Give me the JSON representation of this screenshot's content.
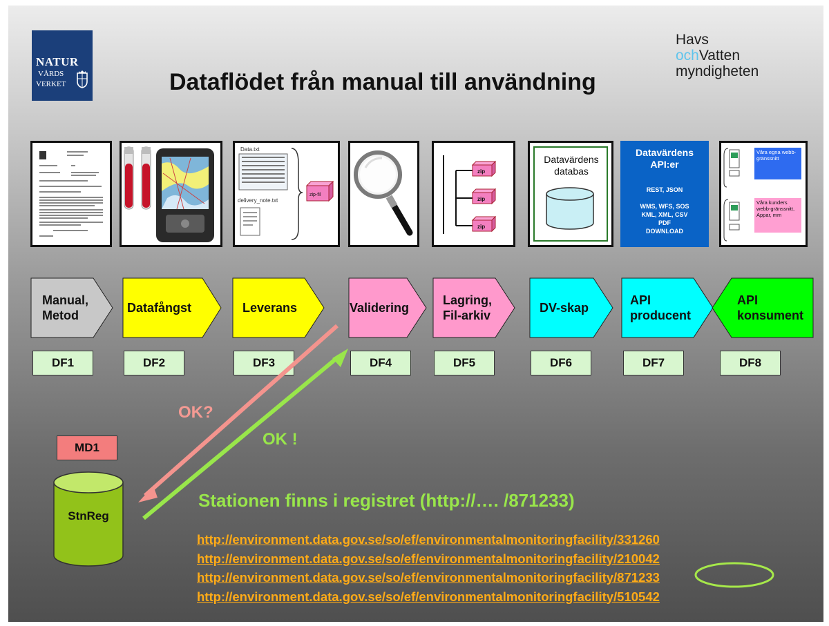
{
  "title": "Dataflödet från manual till användning",
  "logo_left": {
    "line1": "NATUR",
    "line2": "VÅRDS",
    "line3": "VERKET"
  },
  "logo_right": {
    "line1": "Havs",
    "och": "och",
    "line2": "Vatten",
    "line3": "myndigheten"
  },
  "cards": {
    "delivery": {
      "data_file": "Data.txt",
      "note_file": "delivery_note.txt",
      "zip_label": "zip-fil"
    },
    "archive": {
      "zip_label": "zip"
    },
    "database": {
      "label": "Datavärdens databas"
    },
    "api": {
      "heading": "Datavärdens API:er",
      "line1": "REST, JSON",
      "line2": "WMS, WFS, SOS",
      "line3": "KML, XML, CSV",
      "line4": "PDF",
      "line5": "DOWNLOAD"
    },
    "consumers": {
      "box1": "Våra egna webb-gränssnitt",
      "box2": "Våra kunders webb-gränssnitt, Appar, mm"
    }
  },
  "steps": [
    {
      "label": "Manual, Metod",
      "df": "DF1",
      "color": "#c8c8c8"
    },
    {
      "label": "Datafångst",
      "df": "DF2",
      "color": "#ffff00"
    },
    {
      "label": "Leverans",
      "df": "DF3",
      "color": "#ffff00"
    },
    {
      "label": "Validering",
      "df": "DF4",
      "color": "#ff99cc"
    },
    {
      "label": "Lagring, Fil-arkiv",
      "df": "DF5",
      "color": "#ff99cc"
    },
    {
      "label": "DV-skap",
      "df": "DF6",
      "color": "#00ffff"
    },
    {
      "label": "API producent",
      "df": "DF7",
      "color": "#00ffff"
    },
    {
      "label": "API konsument",
      "df": "DF8",
      "color": "#00ff00"
    }
  ],
  "registry": {
    "box": "MD1",
    "db": "StnReg"
  },
  "flow": {
    "question": "OK?",
    "answer": "OK !"
  },
  "statement": "Stationen finns i registret (http://…. /871233)",
  "links": [
    "http://environment.data.gov.se/so/ef/environmentalmonitoringfacility/331260",
    "http://environment.data.gov.se/so/ef/environmentalmonitoringfacility/210042",
    "http://environment.data.gov.se/so/ef/environmentalmonitoringfacility/871233",
    "http://environment.data.gov.se/so/ef/environmentalmonitoringfacility/510542"
  ],
  "colors": {
    "question_arrow": "#f4948e",
    "answer_arrow": "#99e64b",
    "highlight_ring": "#a6e84a",
    "link": "#ffab17"
  }
}
